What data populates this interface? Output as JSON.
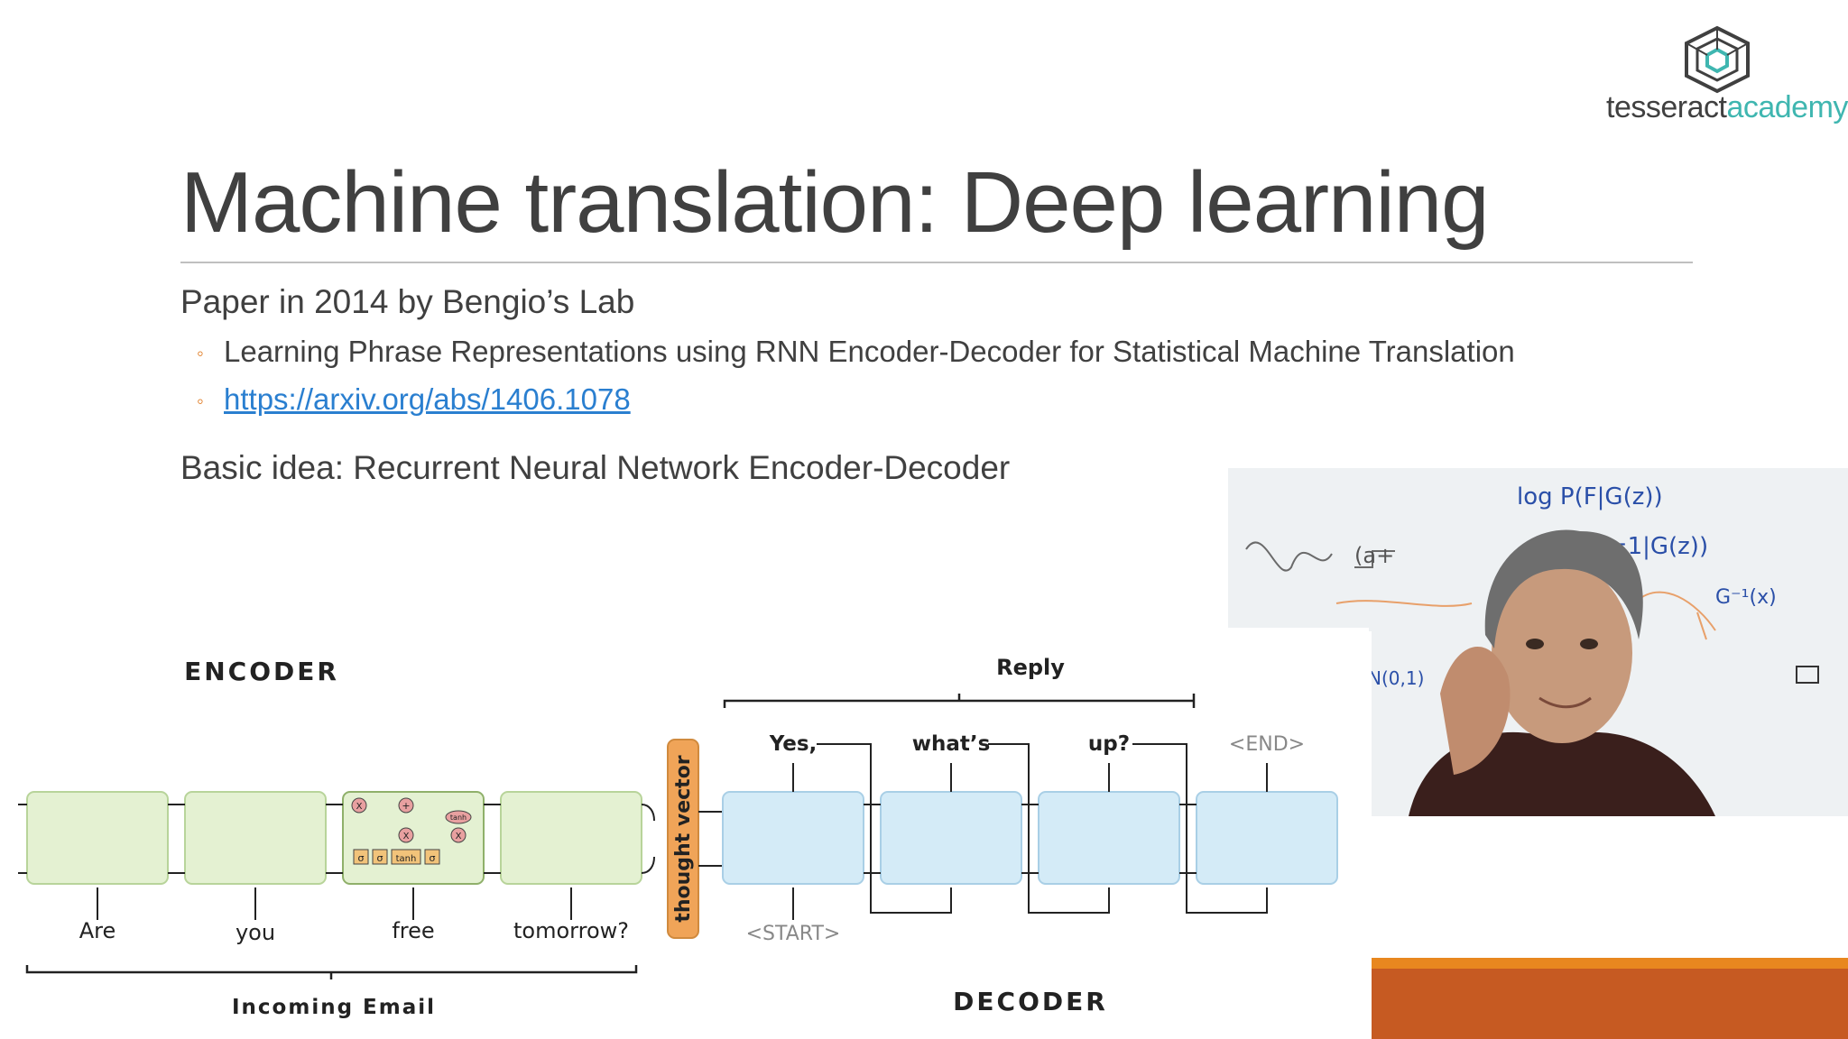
{
  "logo": {
    "text_part1": "tesseract",
    "text_part2": "academy",
    "accent": "#3fb6b0"
  },
  "title": "Machine translation: Deep learning",
  "content": {
    "line1": "Paper in 2014 by Bengio’s Lab",
    "bullets": [
      "Learning Phrase Representations using RNN Encoder-Decoder for Statistical Machine Translation",
      "https://arxiv.org/abs/1406.1078"
    ],
    "line2": "Basic idea: Recurrent Neural Network Encoder-Decoder"
  },
  "diagram": {
    "encoder_label": "ENCODER",
    "decoder_label": "DECODER",
    "reply_label": "Reply",
    "incoming_label": "Incoming Email",
    "thought_vector": "thought vector",
    "encoder_inputs": [
      "Are",
      "you",
      "free",
      "tomorrow?"
    ],
    "decoder_inputs_start": "<START>",
    "decoder_outputs": [
      "Yes,",
      "what’s",
      "up?",
      "<END>"
    ],
    "cell_labels": [
      "σ",
      "σ",
      "tanh",
      "σ"
    ],
    "op_labels": [
      "X",
      "+",
      "X",
      "X",
      "tanh"
    ]
  },
  "photo": {
    "whiteboard_text": [
      "log P(F|G(z))",
      "P(F=1|G(z))",
      "G⁻¹(x)",
      "(a+",
      "N(0,1)"
    ]
  },
  "colors": {
    "encoder_fill": "#e4f1d2",
    "decoder_fill": "#d4ebf7",
    "thought_vector": "#f0a458",
    "accent_bar": "#c65a22"
  }
}
